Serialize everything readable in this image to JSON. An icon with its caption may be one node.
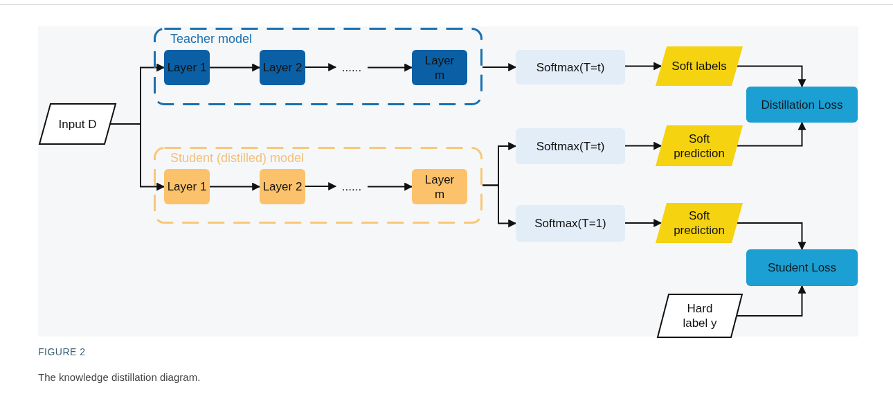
{
  "diagram": {
    "title": "FIGURE 2",
    "caption": "The knowledge distillation diagram.",
    "nodes": [
      {
        "text": [
          "Input D"
        ]
      },
      {
        "text": [
          "Teacher model"
        ]
      },
      {
        "text": [
          "Layer 1"
        ],
        "in": 1
      },
      {
        "text": [
          "Layer 2"
        ],
        "in": 1
      },
      {
        "text": [
          "......"
        ],
        "in": 1
      },
      {
        "text": [
          "Layer m"
        ],
        "in": 1
      },
      {
        "text": [
          "Student (distilled) model"
        ]
      },
      {
        "text": [
          "Layer 1"
        ],
        "in": 6
      },
      {
        "text": [
          "Layer 2"
        ],
        "in": 6
      },
      {
        "text": [
          "......"
        ],
        "in": 6
      },
      {
        "text": [
          "Layer m"
        ],
        "in": 6
      },
      {
        "text": [
          "Softmax(T=t)"
        ]
      },
      {
        "text": [
          "Soft labels"
        ]
      },
      {
        "text": [
          "Distillation Loss"
        ]
      },
      {
        "text": [
          "Softmax(T=t)"
        ]
      },
      {
        "text": [
          "Soft prediction"
        ]
      },
      {
        "text": [
          "Softmax(T=1)"
        ]
      },
      {
        "text": [
          "Soft prediction"
        ]
      },
      {
        "text": [
          "Student Loss"
        ]
      },
      {
        "text": [
          "Hard label y"
        ]
      }
    ],
    "edges": [
      {
        "from": 0,
        "to": 2,
        "arrow": "to"
      },
      {
        "from": 0,
        "to": 7,
        "arrow": "to"
      },
      {
        "from": 2,
        "to": 3,
        "arrow": "to"
      },
      {
        "from": 3,
        "to": 4,
        "arrow": "to"
      },
      {
        "from": 4,
        "to": 5,
        "arrow": "to"
      },
      {
        "from": 7,
        "to": 8,
        "arrow": "to"
      },
      {
        "from": 8,
        "to": 9,
        "arrow": "to"
      },
      {
        "from": 9,
        "to": 10,
        "arrow": "to"
      },
      {
        "from": 1,
        "to": 11,
        "arrow": "to"
      },
      {
        "from": 6,
        "to": 14,
        "arrow": "to"
      },
      {
        "from": 6,
        "to": 16,
        "arrow": "to"
      },
      {
        "from": 11,
        "to": 12,
        "arrow": "to"
      },
      {
        "from": 12,
        "to": 13,
        "arrow": "to"
      },
      {
        "from": 14,
        "to": 15,
        "arrow": "to"
      },
      {
        "from": 15,
        "to": 13,
        "arrow": "to"
      },
      {
        "from": 16,
        "to": 17,
        "arrow": "to"
      },
      {
        "from": 17,
        "to": 18,
        "arrow": "to"
      },
      {
        "from": 19,
        "to": 18,
        "arrow": "to"
      }
    ]
  }
}
